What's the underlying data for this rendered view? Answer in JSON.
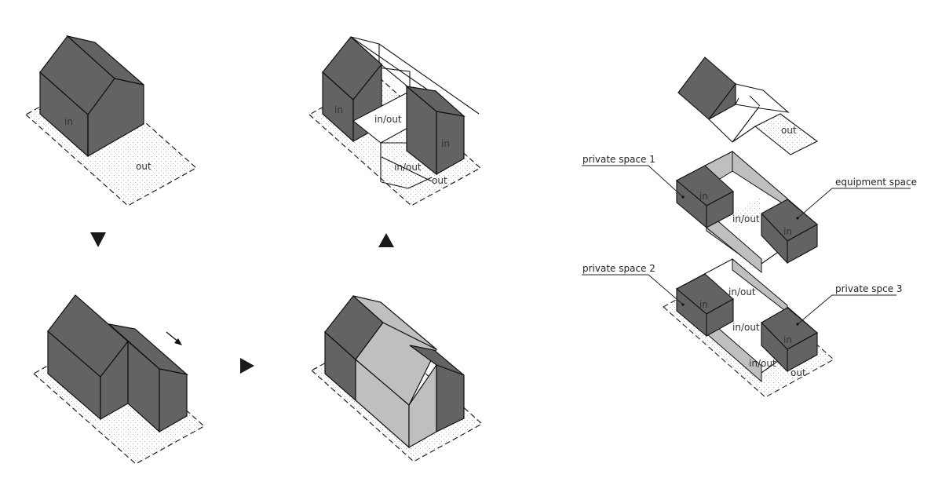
{
  "colors": {
    "dark": "#636366",
    "light": "#bfbfc1",
    "stroke": "#111111",
    "ground": "#f4f4f4",
    "arrow": "#1a1a1a"
  },
  "panels": {
    "house_whole": {
      "in_label": "in",
      "out_label": "out"
    },
    "house_split": {
      "in_left": "in",
      "in_right": "in",
      "inout_top": "in/out",
      "inout_bottom": "in/out",
      "out_label": "out"
    },
    "house_pulled": {},
    "house_shaded": {},
    "exploded": {
      "roof": {
        "out_label": "out"
      },
      "upper_level": {
        "in_left": "in",
        "in_right": "in",
        "inout": "in/out"
      },
      "lower_level": {
        "in_left": "in",
        "in_right": "in",
        "inout_top": "in/out",
        "inout_mid": "in/out",
        "inout_bottom": "in/out",
        "out_label": "out"
      }
    }
  },
  "callouts": {
    "private_space_1": "private space 1",
    "equipment_space": "equipment space",
    "private_space_2": "private space 2",
    "private_space_3": "private spce 3"
  },
  "arrows": {
    "down": "down-arrow",
    "up": "up-arrow",
    "right": "right-arrow"
  }
}
